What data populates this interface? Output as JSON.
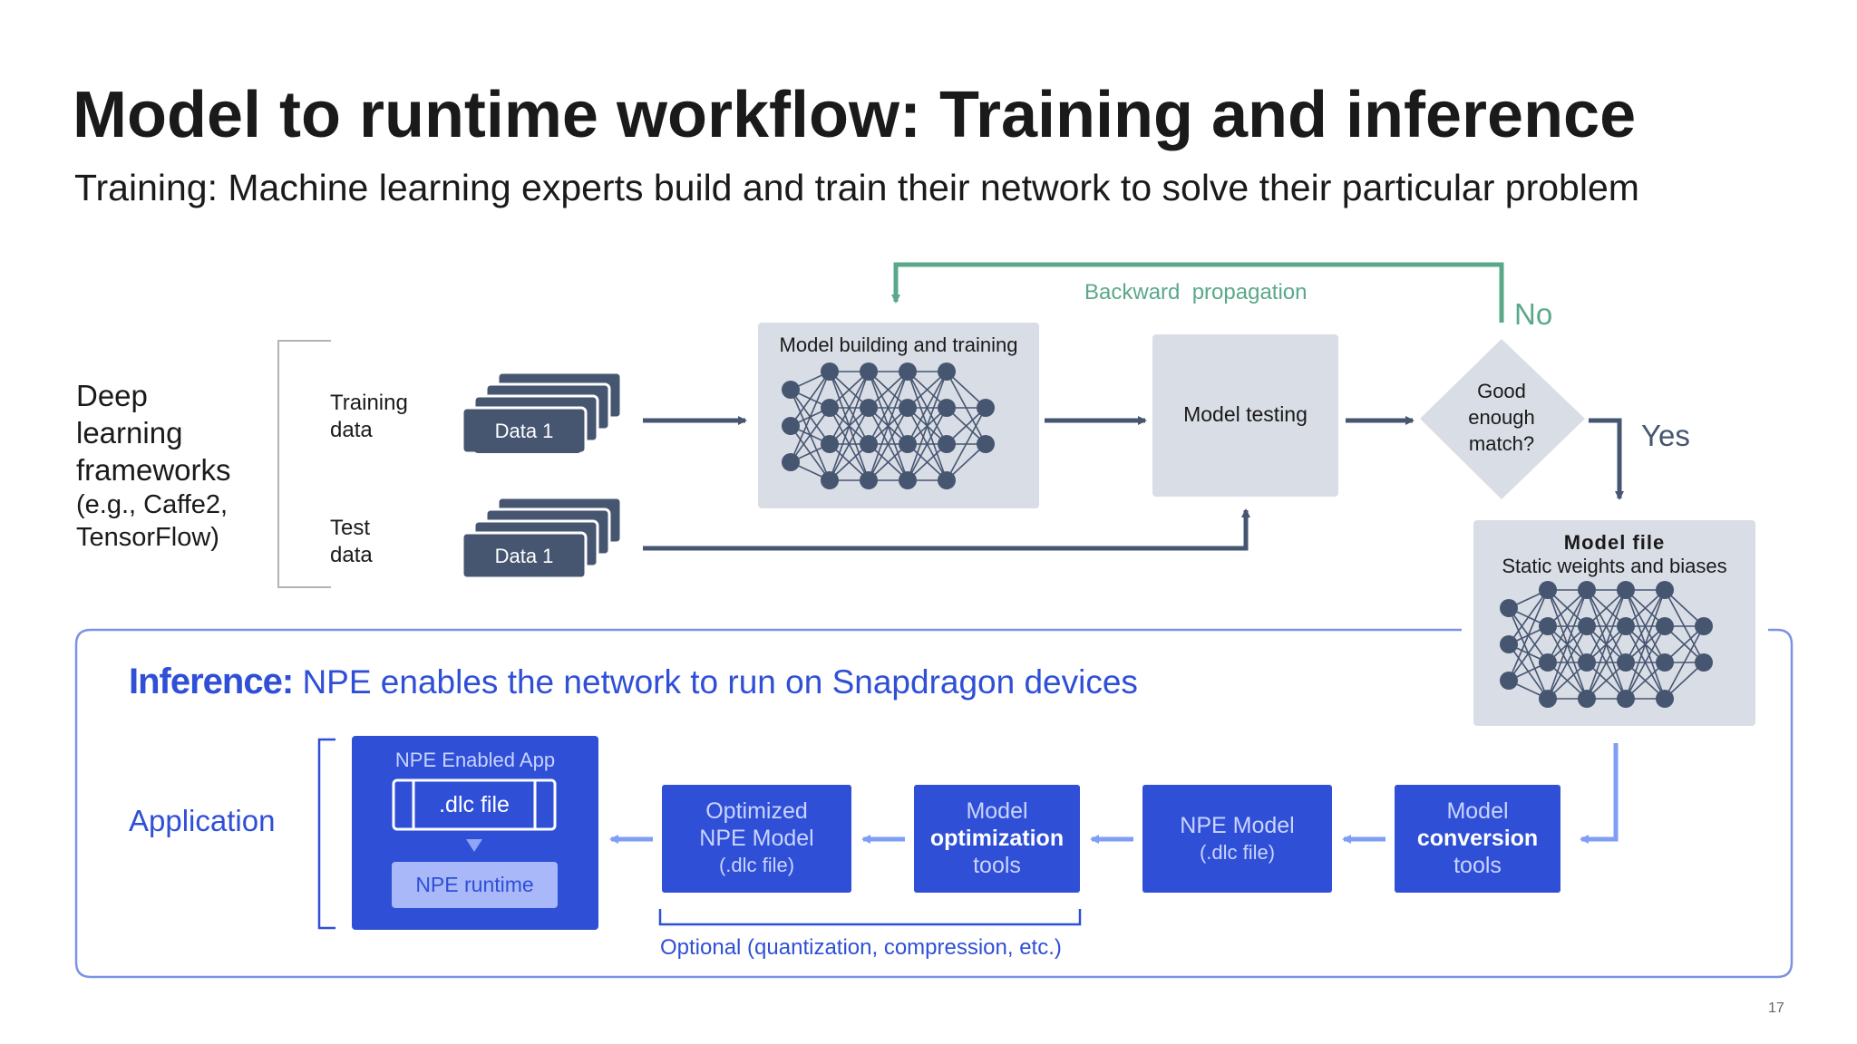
{
  "slide": {
    "title": "Model to runtime workflow: Training and inference",
    "subtitle": "Training: Machine learning experts build and train their network to solve their particular problem",
    "page_number": "17"
  },
  "training": {
    "frameworks_label": [
      "Deep",
      "learning",
      "frameworks",
      "(e.g., Caffe2,",
      "TensorFlow)"
    ],
    "training_data_label": [
      "Training",
      "data"
    ],
    "test_data_label": [
      "Test",
      "data"
    ],
    "data_stack_label": "Data 1",
    "model_building_label": "Model building and training",
    "model_testing_label": "Model testing",
    "backward_propagation_label": "Backward  propagation",
    "decision_label": [
      "Good",
      "enough",
      "match?"
    ],
    "no_label": "No",
    "yes_label": "Yes",
    "model_file_title": "Model file",
    "model_file_subtitle": "Static weights and biases"
  },
  "inference": {
    "heading_bold": "Inference:",
    "heading_rest": "NPE enables the network to run on Snapdragon devices",
    "application_label": "Application",
    "app_box_title": "NPE Enabled App",
    "dlc_file_label": ".dlc file",
    "runtime_label": "NPE runtime",
    "optimized_model": [
      "Optimized",
      "NPE Model",
      "(.dlc file)"
    ],
    "optimization_tools": [
      "Model",
      "optimization",
      "tools"
    ],
    "npe_model": [
      "NPE Model",
      "(.dlc file)"
    ],
    "conversion_tools": [
      "Model",
      "conversion",
      "tools"
    ],
    "optional_note": "Optional (quantization, compression, etc.)"
  },
  "colors": {
    "slate": "#465670",
    "panel_gray": "#d9dde6",
    "green": "#5aa88a",
    "blue_box": "#2f4fd6",
    "light_blue_box": "#a8b8f8",
    "blue_arrow": "#7f9ef5",
    "frame_blue": "#7b93e6"
  }
}
